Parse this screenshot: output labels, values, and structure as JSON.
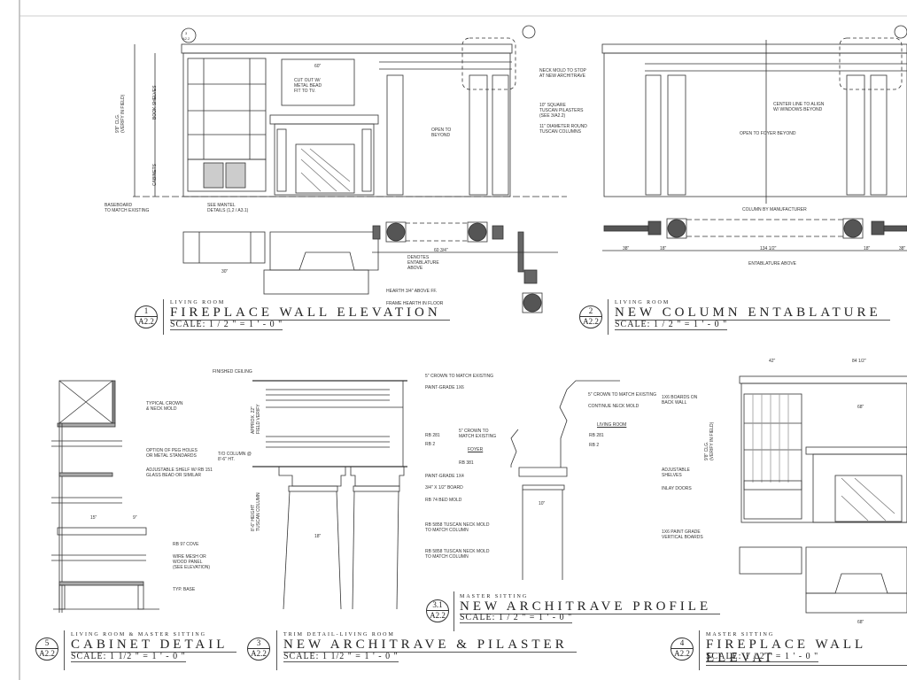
{
  "drawings": [
    {
      "id": "1",
      "sheet": "A2.2",
      "room": "LIVING ROOM",
      "title": "FIREPLACE WALL ELEVATION",
      "scale": "SCALE: 1 / 2 \"  =  1 ' - 0 \""
    },
    {
      "id": "2",
      "sheet": "A2.2",
      "room": "LIVING ROOM",
      "title": "NEW COLUMN ENTABLATURE",
      "scale": "SCALE: 1 / 2 \"  =  1 ' - 0 \""
    },
    {
      "id": "5",
      "sheet": "A2.2",
      "room": "LIVING ROOM & MASTER SITTING",
      "title": "CABINET DETAIL",
      "scale": "SCALE: 1  1/2 \"  =  1 ' - 0 \""
    },
    {
      "id": "3",
      "sheet": "A2.2",
      "room": "TRIM DETAIL-LIVING ROOM",
      "title": "NEW ARCHITRAVE & PILASTER",
      "scale": "SCALE: 1  1/2 \"  =  1 ' - 0 \""
    },
    {
      "id": "3.1",
      "sheet": "A2.2",
      "room": "MASTER SITTING",
      "title": "NEW ARCHITRAVE PROFILE",
      "scale": "SCALE: 1 / 2 \"  =  1 ' - 0 \""
    },
    {
      "id": "4",
      "sheet": "A2.2",
      "room": "MASTER SITTING",
      "title": "FIREPLACE WALL ELEVAT",
      "scale": "SCALE: 1 / 2 \"  =  1 ' - 0 \""
    }
  ],
  "notes": {
    "cut_out": "CUT OUT W/\nMETAL BEAD\nFIT TO TV.",
    "neck_mold": "NECK MOLD TO STOP\nAT NEW ARCHITRAVE",
    "pilasters": "10\" SQUARE\nTUSCAN PILASTERS\n(SEE 3/A2.2)",
    "columns": "11\" DIAMETER ROUND\nTUSCAN COLUMNS",
    "open_beyond": "OPEN TO\nBEYOND",
    "baseboard": "BASEBOARD\nTO MATCH EXISTING",
    "see_mantel": "SEE MANTEL\nDETAILS (1,2 / A3.1)",
    "denotes": "DENOTES\nENTABLATURE\nABOVE",
    "hearth": "HEARTH 3/4\" ABOVE FF.",
    "frame_hearth": "FRAME HEARTH IN FLOOR",
    "ceiling_clg": "9'8\" CLG.\n(VERIFY IN FIELD)",
    "book_shelves": "BOOK SHELVES",
    "cabinets": "CABINETS",
    "center_line": "CENTER LINE TO ALIGN\nW/ WINDOWS BEYOND",
    "open_foyer": "OPEN TO FOYER BEYOND",
    "column_mfr": "COLUMN BY MANUFACTURER",
    "entablature_above": "ENTABLATURE ABOVE",
    "typical_crown": "TYPICAL CROWN\n& NECK MOLD",
    "peg_holes": "OPTION OF PEG HOLES\nOR METAL STANDARDS",
    "adj_shelf": "ADJUSTABLE SHELF W/ RB 151\nGLASS BEAD OR SIMILAR",
    "cove": "RB 97 COVE",
    "wire_mesh": "WIRE MESH OR\nWOOD PANEL\n(SEE ELEVATION)",
    "typ_base": "TYP. BASE",
    "finished_ceiling": "FINISHED CEILING",
    "to_column": "T/O COLUMN @\n8'-6\" HT.",
    "crown5": "5\" CROWN TO MATCH EXISTING",
    "paint1x6": "PAINT-GRADE 1x6",
    "rb281": "RB 281",
    "rb2": "RB 2",
    "paint1x4": "PAINT-GRADE 1x4",
    "board": "3/4\" x 1/2\" BOARD",
    "bed_mold": "RB 74 BED MOLD",
    "neck1": "RB 5858 TUSCAN NECK MOLD\nTO MATCH COLUMN",
    "neck2": "RB 5858 TUSCAN NECK MOLD\nTO MATCH COLUMN",
    "approx": "APPROX. 22\"\nFIELD VERIFY",
    "col_height": "8'-6\" HEIGHT\nTUSCAN COLUMN",
    "crown_match": "5\" CROWN TO\nMATCH EXISTING",
    "foyer": "FOYER",
    "rb381": "RB 381",
    "crown_match2": "5\" CROWN TO MATCH EXISTING",
    "continue_neck": "CONTINUE NECK MOLD",
    "living_room": "LIVING ROOM",
    "rb281b": "RB 281",
    "rb2b": "RB 2",
    "boards_back": "1x6 BOARDS ON\nBACK WALL",
    "adj_shelves": "ADJUSTABLE\nSHELVES",
    "inlay": "INLAY DOORS",
    "vertical_boards": "1x6 PAINT GRADE\nVERTICAL BOARDS",
    "clg4": "9'8\" CLG.\n(VERIFY IN FIELD)"
  },
  "dims": {
    "d60": "60\"",
    "d38a": "38\"",
    "d18a": "18\"",
    "d134": "134 1/2\"",
    "d18b": "18\"",
    "d38b": "38\"",
    "d42": "42\"",
    "d849": "84 1/2\"",
    "d68": "68\"",
    "d68b": "68\"",
    "d15": "15\"",
    "d9": "9\"",
    "d10": "10\"",
    "d18c": "18\"",
    "d30": "30\"",
    "d609": "60 3/4\""
  },
  "callouts": {
    "ref": "3",
    "sheet": "A2.2"
  }
}
